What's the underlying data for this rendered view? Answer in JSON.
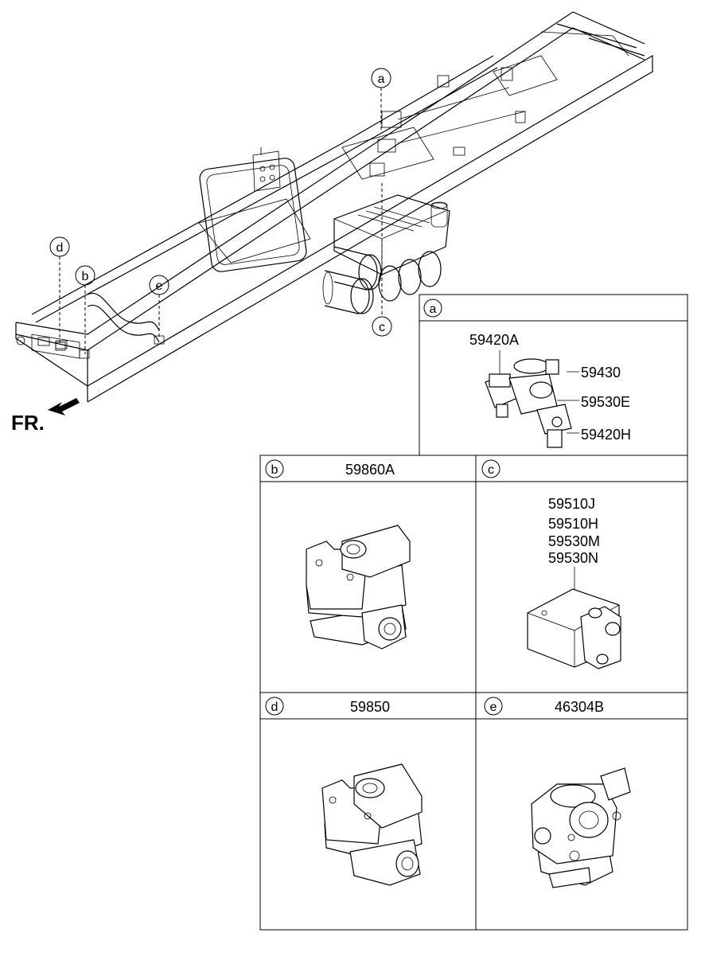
{
  "diagram": {
    "orientation_label": "FR.",
    "callouts": {
      "a": "a",
      "b": "b",
      "c": "c",
      "d": "d",
      "e": "e"
    },
    "panels": {
      "a": {
        "letter": "a",
        "parts": [
          "59420A",
          "59430",
          "59530E",
          "59420H"
        ]
      },
      "b": {
        "letter": "b",
        "part": "59860A"
      },
      "c": {
        "letter": "c",
        "parts": [
          "59510J",
          "59510H",
          "59530M",
          "59530N"
        ]
      },
      "d": {
        "letter": "d",
        "part": "59850"
      },
      "e": {
        "letter": "e",
        "part": "46304B"
      }
    }
  }
}
